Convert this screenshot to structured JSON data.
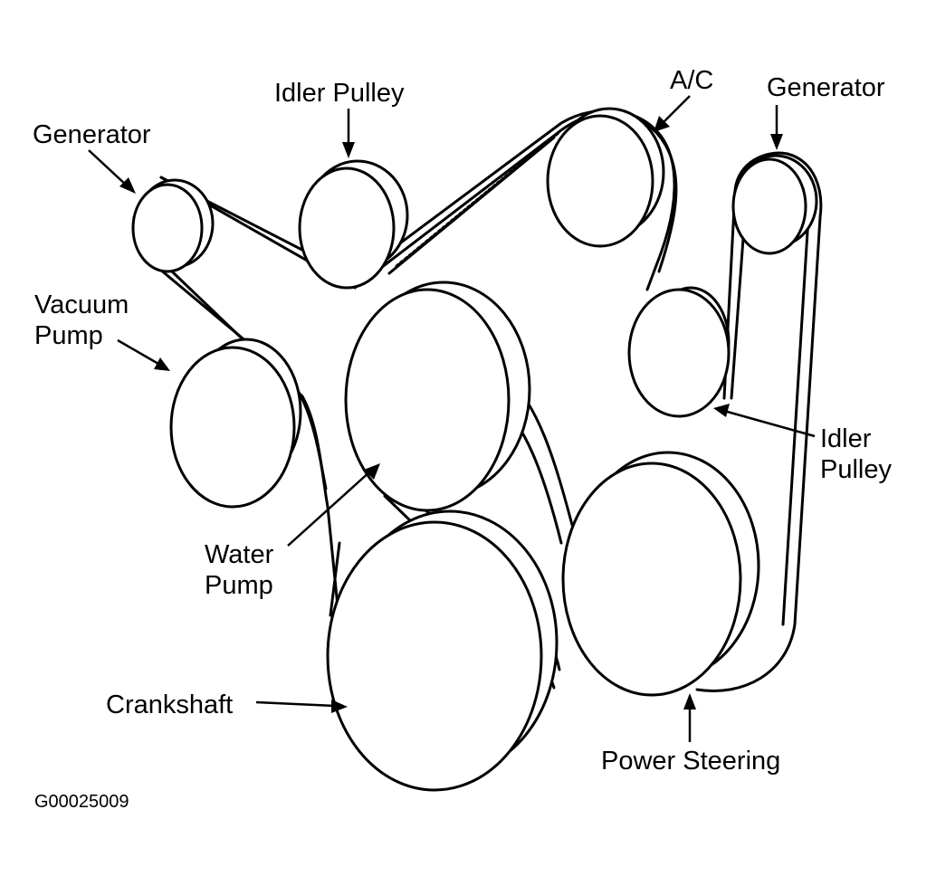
{
  "labels": {
    "generator_left": "Generator",
    "idler_pulley_top": "Idler Pulley",
    "ac": "A/C",
    "generator_right": "Generator",
    "vacuum_pump_line1": "Vacuum",
    "vacuum_pump_line2": "Pump",
    "water_pump_line1": "Water",
    "water_pump_line2": "Pump",
    "idler_pulley_right_line1": "Idler",
    "idler_pulley_right_line2": "Pulley",
    "crankshaft": "Crankshaft",
    "power_steering": "Power Steering"
  },
  "figure_code": "G00025009"
}
